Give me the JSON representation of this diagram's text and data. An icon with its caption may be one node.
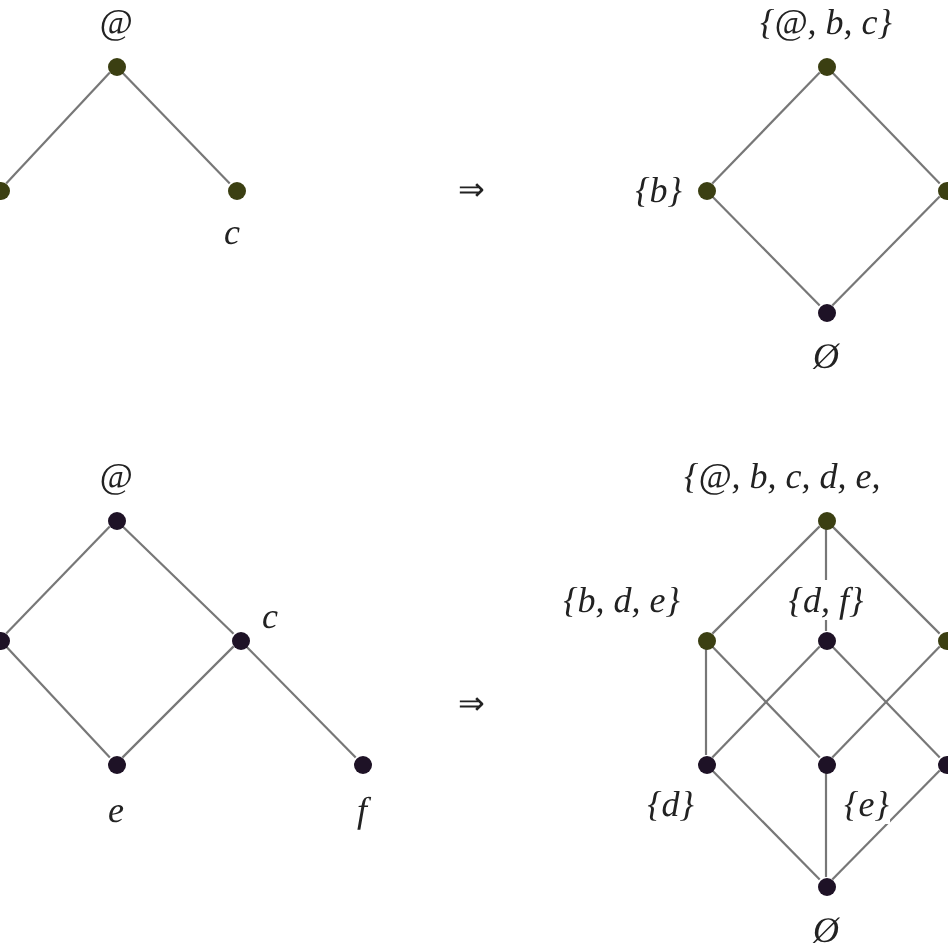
{
  "diagram": {
    "nodes": [
      {
        "text": [
          "@"
        ]
      },
      {
        "text": [],
        "shape": "circle"
      },
      {
        "text": [
          "c"
        ]
      },
      {
        "text": [
          "{@, b, c}"
        ]
      },
      {
        "text": [
          "{b}"
        ]
      },
      {
        "text": [],
        "shape": "circle"
      },
      {
        "text": [
          "Ø"
        ]
      },
      {
        "text": [
          "@"
        ]
      },
      {
        "text": [],
        "shape": "circle"
      },
      {
        "text": [
          "c"
        ]
      },
      {
        "text": [
          "e"
        ]
      },
      {
        "text": [
          "f"
        ]
      },
      {
        "text": [
          "{@, b, c, d, e,"
        ]
      },
      {
        "text": [
          "{b, d, e}"
        ]
      },
      {
        "text": [
          "{d, f}"
        ]
      },
      {
        "text": [],
        "shape": "circle"
      },
      {
        "text": [
          "{d}"
        ]
      },
      {
        "text": [
          "{e}"
        ]
      },
      {
        "text": [],
        "shape": "circle"
      },
      {
        "text": [
          "Ø"
        ]
      }
    ],
    "edges": [
      {
        "from": 0,
        "to": 1,
        "arrow": "none"
      },
      {
        "from": 0,
        "to": 2,
        "arrow": "none"
      },
      {
        "from": 3,
        "to": 4,
        "arrow": "none"
      },
      {
        "from": 3,
        "to": 5,
        "arrow": "none"
      },
      {
        "from": 4,
        "to": 6,
        "arrow": "none"
      },
      {
        "from": 5,
        "to": 6,
        "arrow": "none"
      },
      {
        "from": 7,
        "to": 8,
        "arrow": "none"
      },
      {
        "from": 7,
        "to": 9,
        "arrow": "none"
      },
      {
        "from": 8,
        "to": 10,
        "arrow": "none"
      },
      {
        "from": 9,
        "to": 10,
        "arrow": "none"
      },
      {
        "from": 9,
        "to": 11,
        "arrow": "none"
      },
      {
        "from": 12,
        "to": 13,
        "arrow": "none"
      },
      {
        "from": 12,
        "to": 14,
        "arrow": "none"
      },
      {
        "from": 12,
        "to": 15,
        "arrow": "none"
      },
      {
        "from": 13,
        "to": 16,
        "arrow": "none"
      },
      {
        "from": 13,
        "to": 17,
        "arrow": "none"
      },
      {
        "from": 14,
        "to": 16,
        "arrow": "none"
      },
      {
        "from": 14,
        "to": 18,
        "arrow": "none"
      },
      {
        "from": 15,
        "to": 17,
        "arrow": "none"
      },
      {
        "from": 16,
        "to": 19,
        "arrow": "none"
      },
      {
        "from": 17,
        "to": 19,
        "arrow": "none"
      },
      {
        "from": 18,
        "to": 19,
        "arrow": "none"
      }
    ],
    "labels": [
      "⇒",
      "⇒"
    ]
  }
}
